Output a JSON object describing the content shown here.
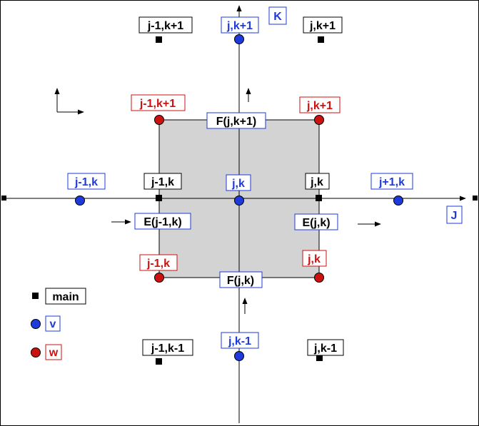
{
  "colors": {
    "main": "#000000",
    "v": "#1e3adb",
    "w": "#cc1111",
    "cell_fill": "#d3d3d3",
    "label_box_blue": "#1e3adb",
    "label_box_black": "#000000"
  },
  "axes": {
    "k_label": "K",
    "j_label": "J"
  },
  "cell": {
    "f_top": "F(j,k+1)",
    "f_bottom": "F(j,k)",
    "e_left": "E(j-1,k)",
    "e_right": "E(j,k)"
  },
  "main_points": {
    "top_left": "j-1,k+1",
    "top_right": "j,k+1",
    "mid_left": "j-1,k",
    "mid_right": "j,k",
    "bottom_left": "j-1,k-1",
    "bottom_right": "j,k-1"
  },
  "v_points": {
    "top": "j,k+1",
    "left": "j-1,k",
    "center": "j,k",
    "right": "j+1,k",
    "bottom": "j,k-1"
  },
  "w_points": {
    "top_left": "j-1,k+1",
    "top_right": "j,k+1",
    "bottom_left": "j-1,k",
    "bottom_right": "j,k"
  },
  "legend": {
    "main": "main",
    "v": "v",
    "w": "w"
  }
}
